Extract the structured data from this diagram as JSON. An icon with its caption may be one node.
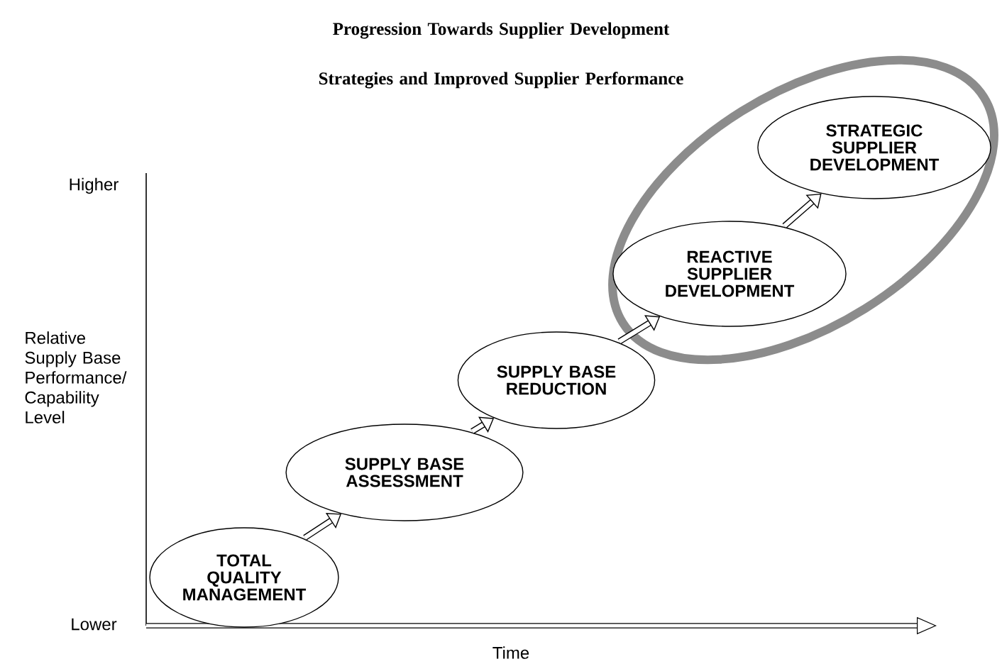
{
  "diagram": {
    "title": "Progression Towards Supplier Development Strategies and Improved Supplier Performance",
    "nodes": [
      {
        "text": [
          "TOTAL QUALITY MANAGEMENT"
        ]
      },
      {
        "text": [
          "SUPPLY BASE ASSESSMENT"
        ]
      },
      {
        "text": [
          "SUPPLY BASE REDUCTION"
        ]
      },
      {
        "text": [
          "REACTIVE SUPPLIER DEVELOPMENT"
        ]
      },
      {
        "text": [
          "STRATEGIC SUPPLIER DEVELOPMENT"
        ]
      }
    ],
    "edges": [
      {
        "from": 0,
        "to": 1,
        "arrow": "to"
      },
      {
        "from": 1,
        "to": 2,
        "arrow": "to"
      },
      {
        "from": 2,
        "to": 3,
        "arrow": "to"
      },
      {
        "from": 3,
        "to": 4,
        "arrow": "to"
      }
    ],
    "labels": [
      "Higher",
      "Relative Supply Base Performance/ Capability Level",
      "Lower",
      "Time"
    ]
  }
}
